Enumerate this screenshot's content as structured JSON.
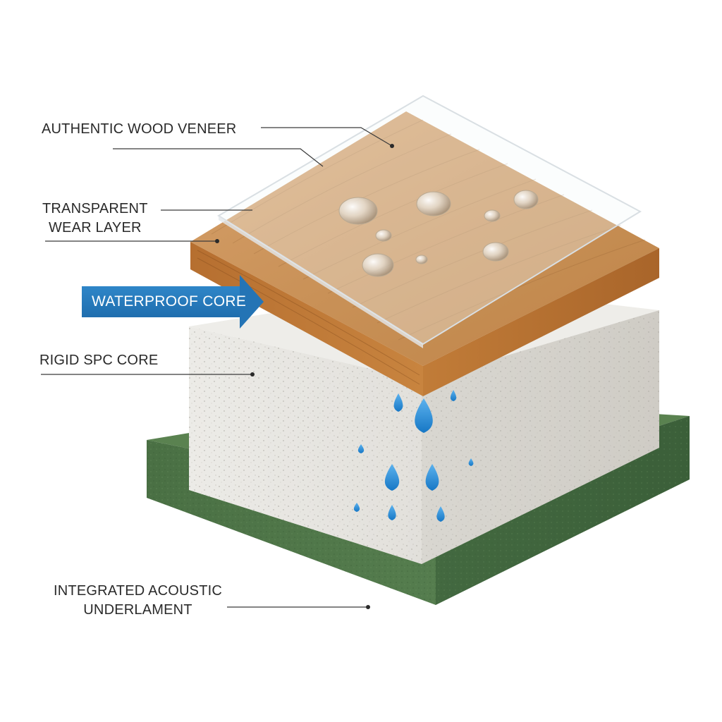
{
  "labels": {
    "veneer": "AUTHENTIC WOOD VENEER",
    "wear_line1": "TRANSPARENT",
    "wear_line2": "WEAR LAYER",
    "waterproof": "WATERPROOF CORE",
    "spc": "RIGID SPC CORE",
    "underlayment_line1": "INTEGRATED ACOUSTIC",
    "underlayment_line2": "UNDERLAMENT"
  },
  "colors": {
    "wood": "#c98a4e",
    "wood_edge": "#b8702e",
    "wear_layer": "#eef3f6",
    "spc_core": "#e6e4df",
    "underlayment": "#4e7448",
    "water": "#2a8fd6",
    "callout": "#1f6eae",
    "leader_line": "#3a3a3a"
  },
  "icons": {
    "water_drop": "water-drop-icon",
    "arrow": "arrow-right-icon"
  }
}
